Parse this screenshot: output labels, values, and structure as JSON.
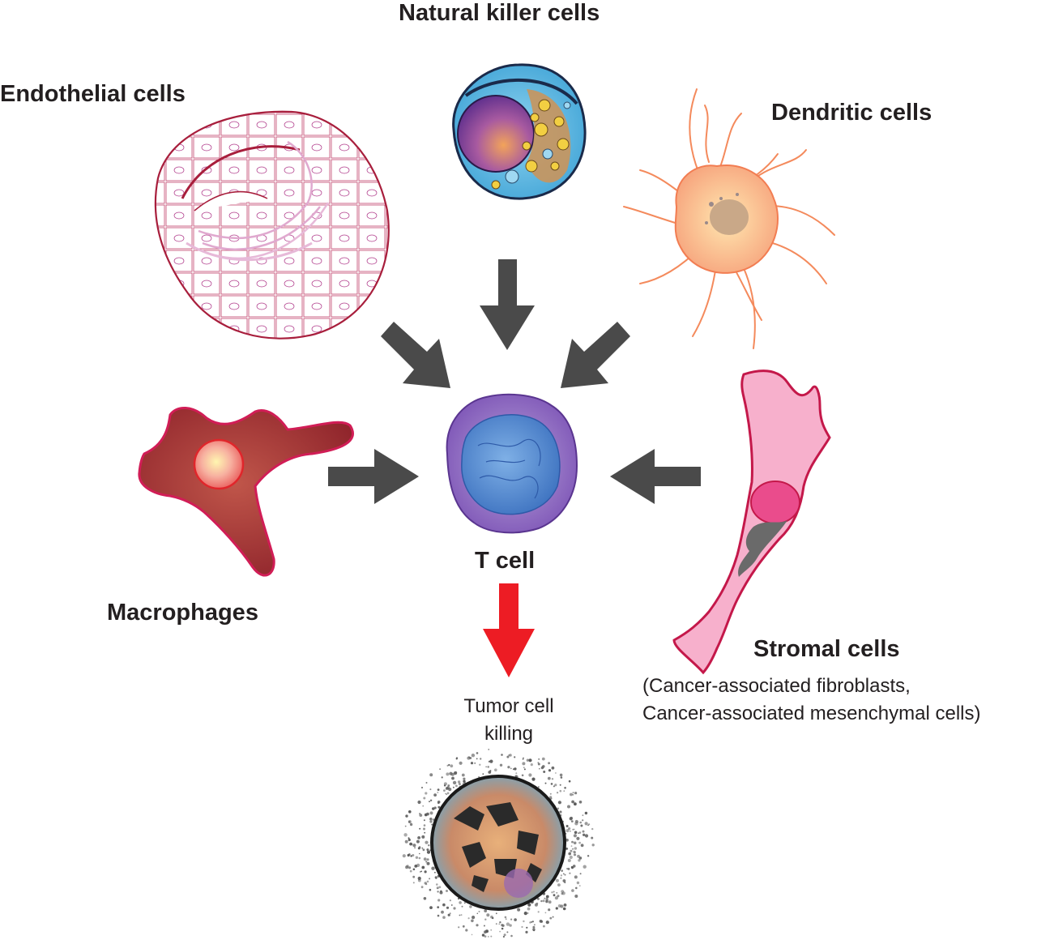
{
  "labels": {
    "nk": "Natural killer cells",
    "endothelial": "Endothelial cells",
    "dendritic": "Dendritic cells",
    "macrophages": "Macrophages",
    "tcell": "T cell",
    "stromal": "Stromal cells",
    "stromal_note_1": "(Cancer-associated fibroblasts,",
    "stromal_note_2": "Cancer-associated mesenchymal cells)",
    "killing_1": "Tumor cell",
    "killing_2": "killing"
  },
  "colors": {
    "arrow_gray": "#4a4a4a",
    "arrow_red": "#ed1c24",
    "text": "#231f20"
  }
}
